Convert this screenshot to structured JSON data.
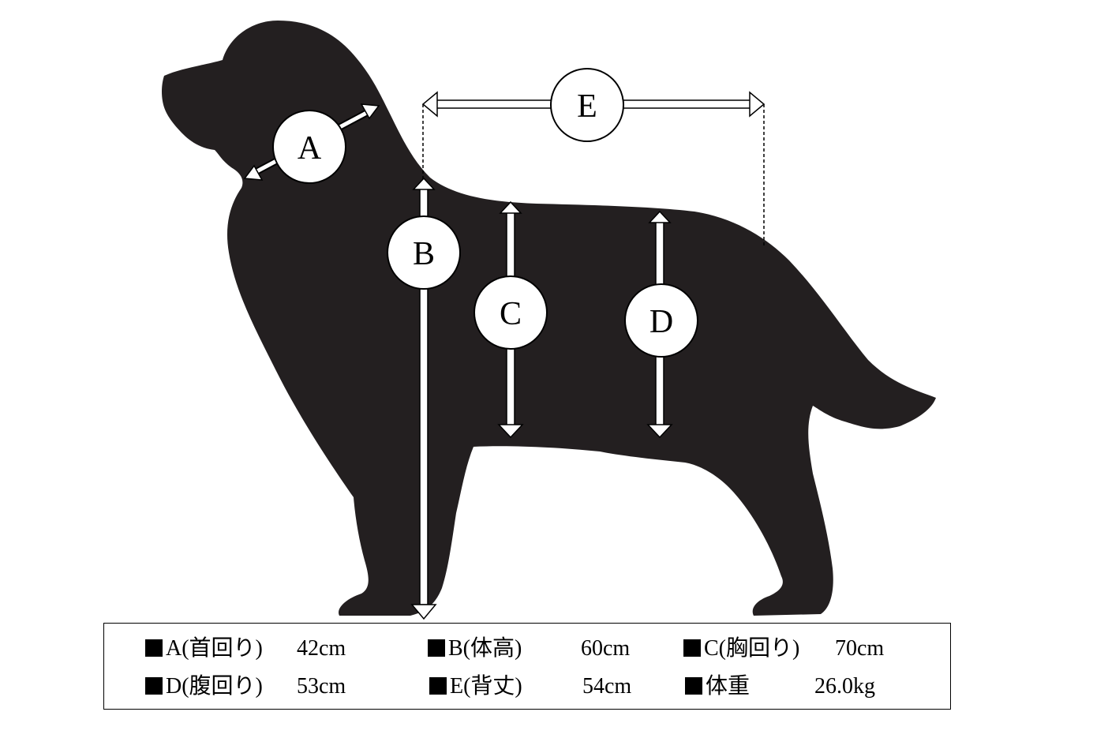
{
  "labels": {
    "A": "A",
    "B": "B",
    "C": "C",
    "D": "D",
    "E": "E"
  },
  "legend": [
    {
      "key": "A",
      "label": "A(首回り)",
      "value": "42cm"
    },
    {
      "key": "B",
      "label": "B(体高)",
      "value": "60cm"
    },
    {
      "key": "C",
      "label": "C(胸回り)",
      "value": "70cm"
    },
    {
      "key": "D",
      "label": "D(腹回り)",
      "value": "53cm"
    },
    {
      "key": "E",
      "label": "E(背丈)",
      "value": "54cm"
    },
    {
      "key": "weight",
      "label": "体重",
      "value": "26.0kg"
    }
  ],
  "colors": {
    "silhouette": "#231f20",
    "arrow": "#ffffff",
    "outline": "#000000"
  },
  "icons": {
    "dog": "dog-silhouette-icon",
    "marker": "black-square-icon"
  }
}
